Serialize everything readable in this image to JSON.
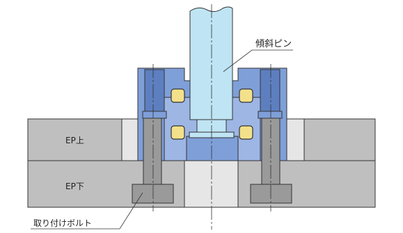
{
  "diagram": {
    "labels": {
      "pin": "傾斜ピン",
      "plate_upper": "EP上",
      "plate_lower": "EP下",
      "bolt": "取り付けボルト"
    },
    "colors": {
      "plate": "#bfbfbf",
      "plate_light": "#e6e6e6",
      "block": "#7f9fd8",
      "block_dark": "#5d7fc0",
      "pin": "#bfe4f4",
      "pad": "#f3e08a",
      "outline": "#333333"
    }
  }
}
